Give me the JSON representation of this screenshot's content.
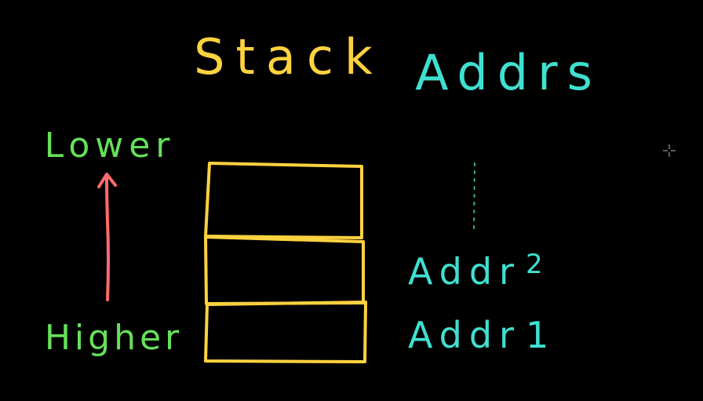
{
  "title": "Stack",
  "addrs_heading": "Addrs",
  "lower_label": "Lower",
  "higher_label": "Higher",
  "addr_labels": [
    "Addr2",
    "Addr1"
  ],
  "stack_boxes": 3,
  "colors": {
    "background": "#000000",
    "title": "#ffd23f",
    "stack_outline": "#ffd23f",
    "addrs": "#3fe0d0",
    "direction_labels": "#66e05a",
    "arrow": "#ff6b6b",
    "cursor": "#9a9a9a"
  }
}
